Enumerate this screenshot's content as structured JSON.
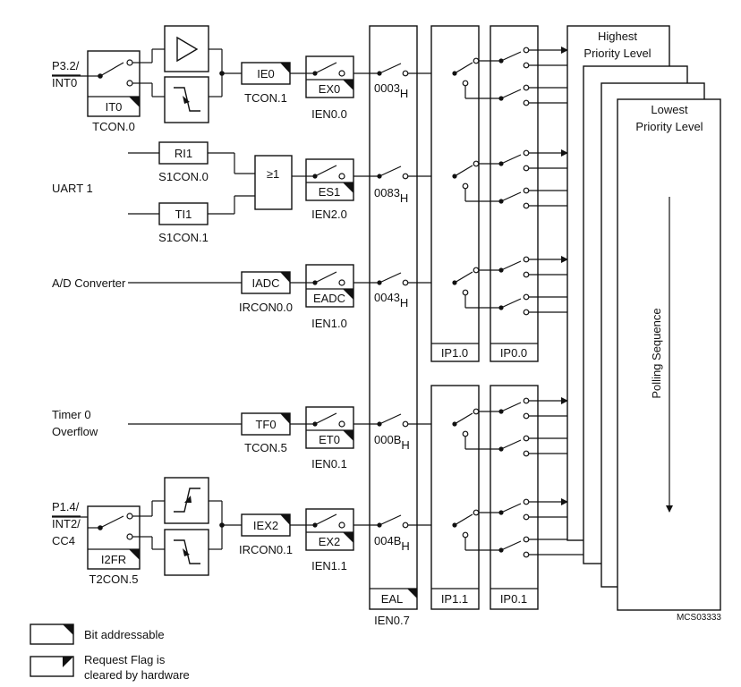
{
  "sources": {
    "int0": {
      "line1": "P3.2/",
      "line2": "INT0"
    },
    "uart1": "UART 1",
    "adc": "A/D Converter",
    "timer0": {
      "line1": "Timer 0",
      "line2": "Overflow"
    },
    "int2": {
      "line1": "P1.4/",
      "line2": "INT2/",
      "line3": "CC4"
    }
  },
  "mode_bits": {
    "it0": {
      "name": "IT0",
      "reg": "TCON.0"
    },
    "i2fr": {
      "name": "I2FR",
      "reg": "T2CON.5"
    }
  },
  "flags": {
    "ie0": {
      "name": "IE0",
      "reg": "TCON.1"
    },
    "ri1": {
      "name": "RI1",
      "reg": "S1CON.0"
    },
    "ti1": {
      "name": "TI1",
      "reg": "S1CON.1"
    },
    "iadc": {
      "name": "IADC",
      "reg": "IRCON0.0"
    },
    "tf0": {
      "name": "TF0",
      "reg": "TCON.5"
    },
    "iex2": {
      "name": "IEX2",
      "reg": "IRCON0.1"
    }
  },
  "or_gate": "≥1",
  "enables": {
    "ex0": {
      "name": "EX0",
      "reg": "IEN0.0"
    },
    "es1": {
      "name": "ES1",
      "reg": "IEN2.0"
    },
    "eadc": {
      "name": "EADC",
      "reg": "IEN1.0"
    },
    "et0": {
      "name": "ET0",
      "reg": "IEN0.1"
    },
    "ex2": {
      "name": "EX2",
      "reg": "IEN1.1"
    }
  },
  "vectors": {
    "v0003": {
      "main": "0003",
      "sub": "H"
    },
    "v0083": {
      "main": "0083",
      "sub": "H"
    },
    "v0043": {
      "main": "0043",
      "sub": "H"
    },
    "v000b": {
      "main": "000B",
      "sub": "H"
    },
    "v004b": {
      "main": "004B",
      "sub": "H"
    }
  },
  "eal": {
    "name": "EAL",
    "reg": "IEN0.7"
  },
  "priority_regs": {
    "ip1_0": "IP1.0",
    "ip0_0": "IP0.0",
    "ip1_1": "IP1.1",
    "ip0_1": "IP0.1"
  },
  "priority_levels": {
    "highest": {
      "line1": "Highest",
      "line2": "Priority Level"
    },
    "lowest": {
      "line1": "Lowest",
      "line2": "Priority Level"
    }
  },
  "polling": "Polling Sequence",
  "doc_id": "MCS03333",
  "legend": {
    "bit_addressable": "Bit addressable",
    "cleared_line1": "Request Flag is",
    "cleared_line2": "cleared by hardware"
  }
}
